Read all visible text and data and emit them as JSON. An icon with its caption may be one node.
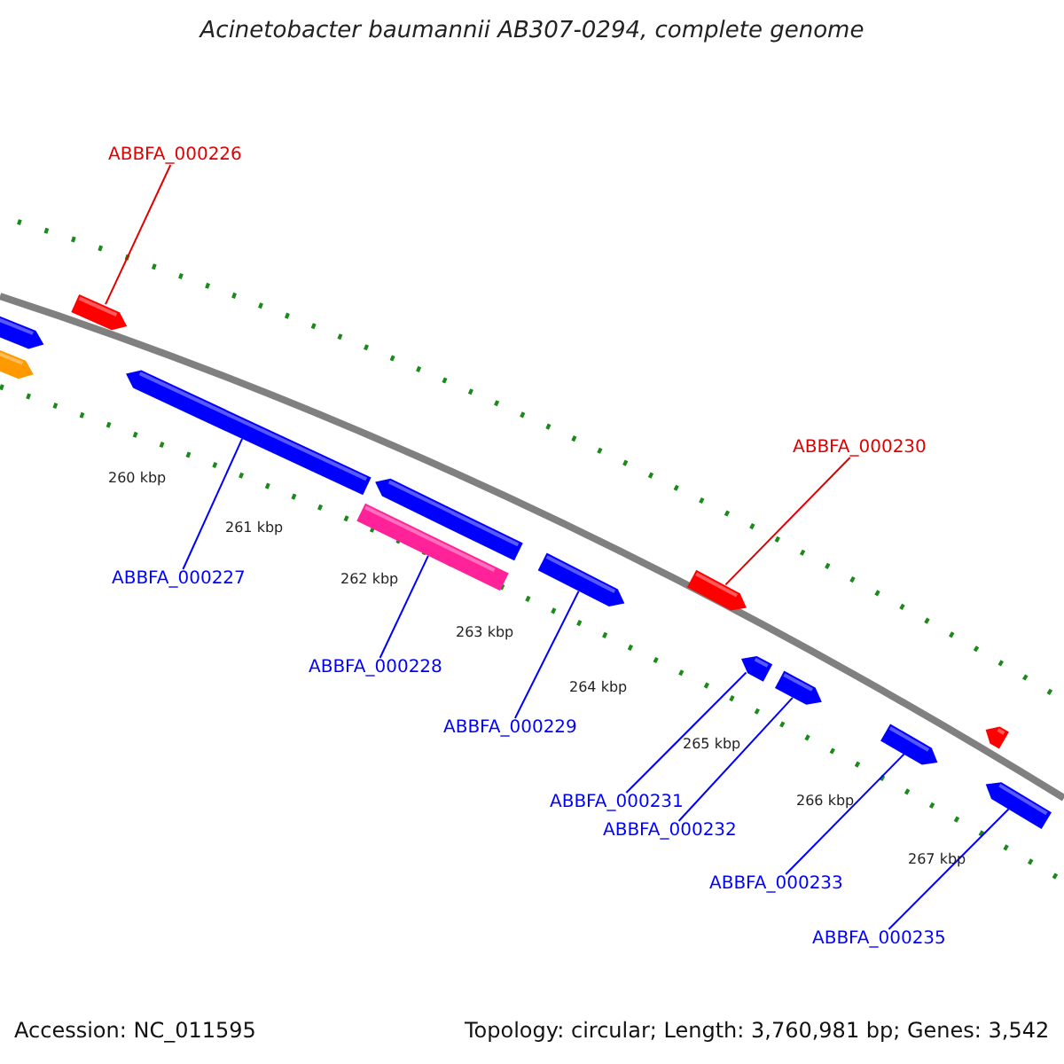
{
  "diagram": {
    "title": "Acinetobacter baumannii AB307-0294, complete genome",
    "nodes": [
      {
        "text": [
          "ABBFA_000226"
        ]
      },
      {
        "text": [],
        "shape": "arrow"
      },
      {
        "text": [
          "ABBFA_000230"
        ]
      },
      {
        "text": [],
        "shape": "arrow"
      },
      {
        "text": [
          "ABBFA_000227"
        ]
      },
      {
        "text": [],
        "shape": "arrow"
      },
      {
        "text": [
          "ABBFA_000228"
        ]
      },
      {
        "text": [],
        "shape": "bar"
      },
      {
        "text": [
          "ABBFA_000229"
        ]
      },
      {
        "text": [],
        "shape": "arrow"
      },
      {
        "text": [
          "ABBFA_000231"
        ]
      },
      {
        "text": [],
        "shape": "arrow"
      },
      {
        "text": [
          "ABBFA_000232"
        ]
      },
      {
        "text": [],
        "shape": "arrow"
      },
      {
        "text": [
          "ABBFA_000233"
        ]
      },
      {
        "text": [],
        "shape": "arrow"
      },
      {
        "text": [
          "ABBFA_000235"
        ]
      },
      {
        "text": [],
        "shape": "arrow"
      },
      {
        "text": [],
        "shape": "arrow"
      },
      {
        "text": [],
        "shape": "arrow"
      },
      {
        "text": [],
        "shape": "arrow"
      },
      {
        "text": [],
        "shape": "arrow"
      }
    ],
    "edges": [
      {
        "from": 0,
        "to": 1,
        "arrow": "none",
        "color": "#e00000"
      },
      {
        "from": 2,
        "to": 3,
        "arrow": "none",
        "color": "#e00000"
      },
      {
        "from": 4,
        "to": 5,
        "arrow": "none"
      },
      {
        "from": 6,
        "to": 7,
        "arrow": "none"
      },
      {
        "from": 8,
        "to": 9,
        "arrow": "none"
      },
      {
        "from": 10,
        "to": 11,
        "arrow": "none"
      },
      {
        "from": 12,
        "to": 13,
        "arrow": "none"
      },
      {
        "from": 14,
        "to": 15,
        "arrow": "none"
      },
      {
        "from": 16,
        "to": 17,
        "arrow": "none"
      }
    ],
    "labels": [
      "260 kbp",
      "261 kbp",
      "262 kbp",
      "263 kbp",
      "264 kbp",
      "265 kbp",
      "266 kbp",
      "267 kbp",
      "Accession: NC_011595",
      "Topology: circular; Length: 3,760,981 bp; Genes: 3,542"
    ]
  }
}
